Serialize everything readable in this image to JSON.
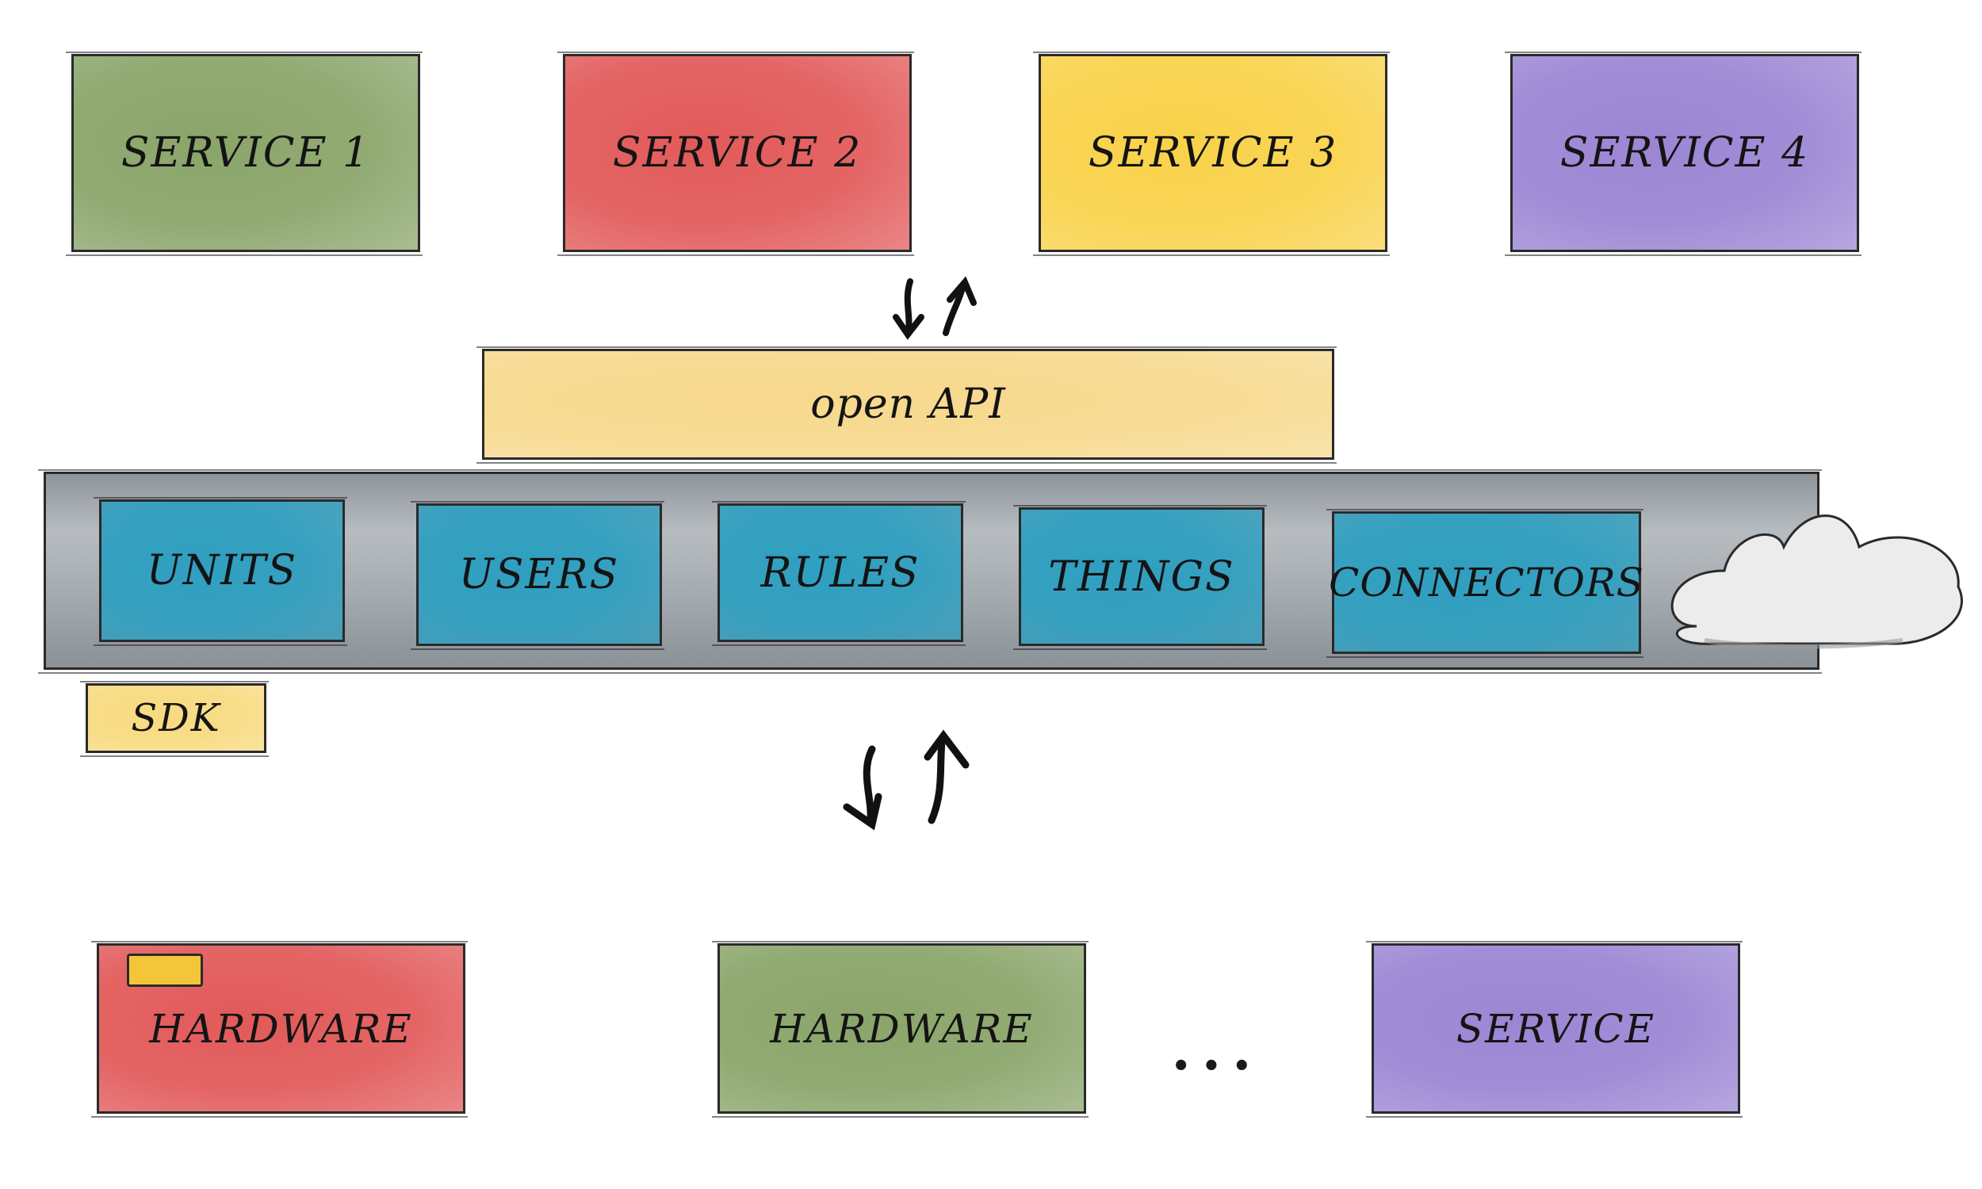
{
  "colors": {
    "green": "#8aa56a",
    "red": "#e25a5a",
    "yellow": "#f9d24a",
    "purple": "#9b86d4",
    "api": "#f7d98d",
    "bus": "#9aa0a5",
    "module": "#2f9fc0",
    "sdk": "#f8da80",
    "cloud": "#eaeaea"
  },
  "services": [
    {
      "label": "SERVICE 1",
      "color": "#8aa56a"
    },
    {
      "label": "SERVICE 2",
      "color": "#e25a5a"
    },
    {
      "label": "SERVICE 3",
      "color": "#f9d24a"
    },
    {
      "label": "SERVICE 4",
      "color": "#9b86d4"
    }
  ],
  "api": {
    "label": "open API"
  },
  "modules": [
    {
      "label": "UNITS"
    },
    {
      "label": "USERS"
    },
    {
      "label": "RULES"
    },
    {
      "label": "THINGS"
    },
    {
      "label": "CONNECTORS"
    }
  ],
  "sdk": {
    "label": "SDK"
  },
  "cloud_icon": "cloud-icon",
  "devices": [
    {
      "label": "HARDWARE",
      "color": "#e25a5a"
    },
    {
      "label": "HARDWARE",
      "color": "#8aa56a"
    },
    {
      "label": "SERVICE",
      "color": "#9b86d4"
    }
  ],
  "ellipsis": "..."
}
